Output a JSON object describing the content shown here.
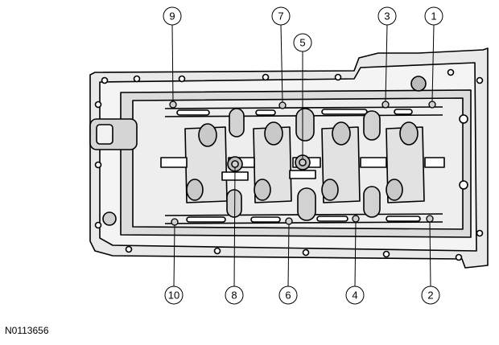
{
  "figure_id": "N0113656",
  "callouts": [
    {
      "id": "c1",
      "label": "1"
    },
    {
      "id": "c2",
      "label": "2"
    },
    {
      "id": "c3",
      "label": "3"
    },
    {
      "id": "c4",
      "label": "4"
    },
    {
      "id": "c5",
      "label": "5"
    },
    {
      "id": "c6",
      "label": "6"
    },
    {
      "id": "c7",
      "label": "7"
    },
    {
      "id": "c8",
      "label": "8"
    },
    {
      "id": "c9",
      "label": "9"
    },
    {
      "id": "c10",
      "label": "10"
    }
  ],
  "colors": {
    "line": "#000000",
    "part_fill": "#e6e6e6",
    "shade": "#cfcfcf",
    "background": "#ffffff"
  }
}
